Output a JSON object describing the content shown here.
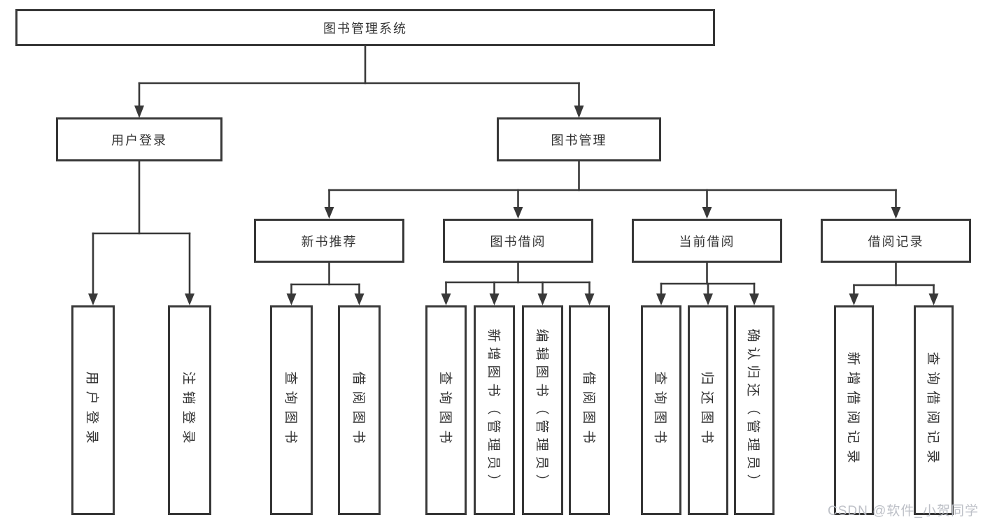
{
  "diagram": {
    "root": {
      "label": "图书管理系统"
    },
    "level1": [
      {
        "label": "用户登录"
      },
      {
        "label": "图书管理"
      }
    ],
    "level2": [
      {
        "label": "新书推荐"
      },
      {
        "label": "图书借阅"
      },
      {
        "label": "当前借阅"
      },
      {
        "label": "借阅记录"
      }
    ],
    "leaves": {
      "user_login": [
        "用户登录",
        "注销登录"
      ],
      "new_book": [
        "查询图书",
        "借阅图书"
      ],
      "book_borrow": [
        "查询图书",
        "新增图书（管理员）",
        "编辑图书（管理员）",
        "借阅图书"
      ],
      "current_borrow": [
        "查询图书",
        "归还图书",
        "确认归还（管理员）"
      ],
      "borrow_record": [
        "新增借阅记录",
        "查询借阅记录"
      ]
    },
    "colors": {
      "line": "#383838",
      "text": "#333333",
      "background": "#ffffff",
      "watermark": "#b9bdc4"
    }
  },
  "watermark": {
    "text": "CSDN @软件_小贺同学"
  }
}
